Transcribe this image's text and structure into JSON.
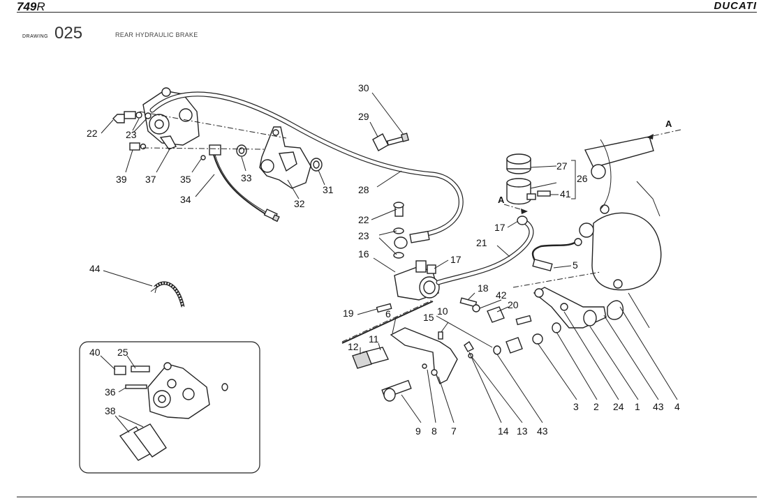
{
  "header": {
    "model": "749",
    "model_suffix": "R",
    "brand": "DUCATI",
    "drawing_label": "DRAWING",
    "drawing_number": "025",
    "drawing_title": "REAR HYDRAULIC BRAKE"
  },
  "callouts": {
    "c1": "1",
    "c2": "2",
    "c3": "3",
    "c4": "4",
    "c5": "5",
    "c6": "6",
    "c7": "7",
    "c8": "8",
    "c9": "9",
    "c10": "10",
    "c11": "11",
    "c12": "12",
    "c13": "13",
    "c14": "14",
    "c15": "15",
    "c16": "16",
    "c17a": "17",
    "c17b": "17",
    "c18": "18",
    "c19": "19",
    "c20": "20",
    "c21": "21",
    "c22a": "22",
    "c22b": "22",
    "c23a": "23",
    "c23b": "23",
    "c24": "24",
    "c25": "25",
    "c26": "26",
    "c27": "27",
    "c28": "28",
    "c29": "29",
    "c30": "30",
    "c31": "31",
    "c32": "32",
    "c33": "33",
    "c34": "34",
    "c35": "35",
    "c36": "36",
    "c37": "37",
    "c38": "38",
    "c39": "39",
    "c40": "40",
    "c41": "41",
    "c42": "42",
    "c43a": "43",
    "c43b": "43",
    "c44": "44"
  },
  "view_markers": {
    "a1": "A",
    "a2": "A"
  }
}
